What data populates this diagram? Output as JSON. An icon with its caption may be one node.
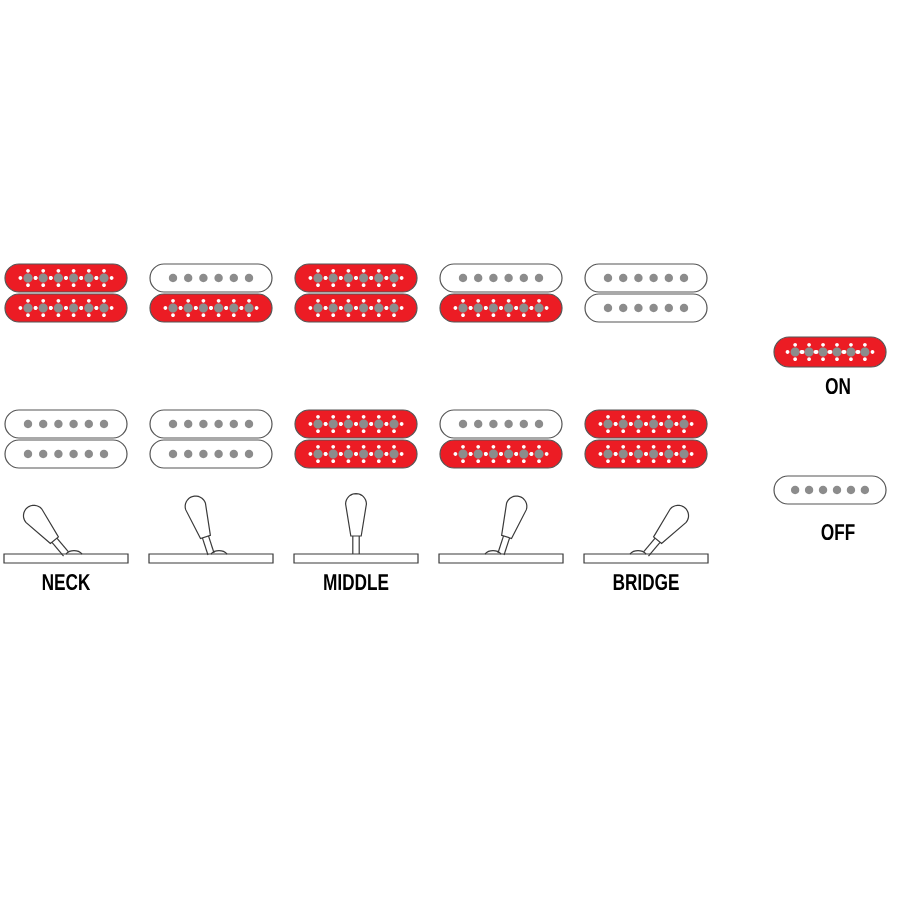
{
  "diagram": {
    "labels": [
      "NECK",
      "MIDDLE",
      "BRIDGE"
    ],
    "legend": [
      {
        "text": "ON",
        "color": "#ec1c24"
      },
      {
        "text": "OFF"
      }
    ]
  }
}
